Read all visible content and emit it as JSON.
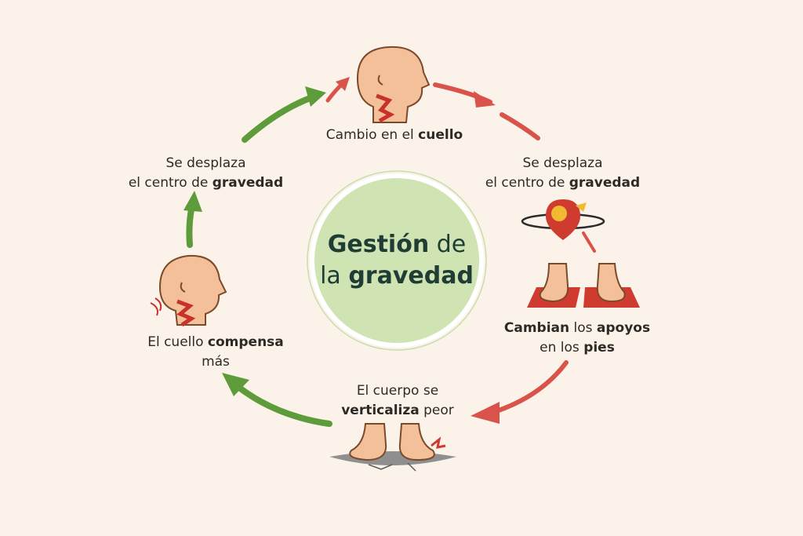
{
  "center": {
    "line1_a": "Gestión",
    "line1_b": " de",
    "line2_a": "la ",
    "line2_b": "gravedad"
  },
  "steps": {
    "top": {
      "a": "Cambio en el ",
      "b": "cuello"
    },
    "right_upper": {
      "l1": "Se desplaza",
      "l2a": "el centro de ",
      "l2b": "gravedad"
    },
    "right_lower": {
      "l1a": "Cambian",
      "l1b": " los ",
      "l1c": "apoyos",
      "l2a": "en los ",
      "l2b": "pies"
    },
    "bottom": {
      "l1": "El cuerpo se",
      "l2a": "verticaliza",
      "l2b": " peor"
    },
    "left_lower": {
      "l1a": "El cuello ",
      "l1b": "compensa",
      "l2": "más"
    },
    "left_upper": {
      "l1": "Se desplaza",
      "l2a": "el centro de ",
      "l2b": "gravedad"
    }
  },
  "colors": {
    "background": "#fbf3ea",
    "center_fill": "#cfe4b2",
    "red_arrow": "#d9534a",
    "green_arrow": "#5e9b3a",
    "skin": "#f3c09a"
  }
}
